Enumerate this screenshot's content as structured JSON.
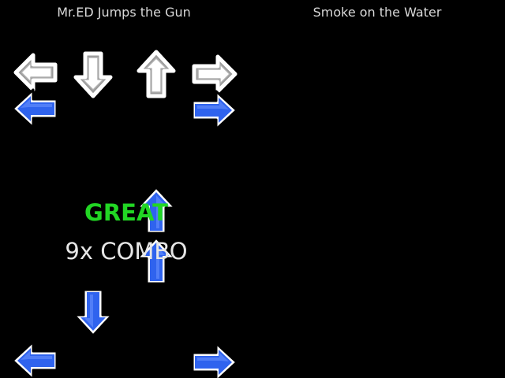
{
  "player1": {
    "song_title": "Mr.ED Jumps the Gun"
  },
  "player2": {
    "song_title": "Smoke on the Water"
  },
  "judgment": {
    "text": "GREAT",
    "color": "#22d624"
  },
  "combo": {
    "text": "9x COMBO"
  },
  "colors": {
    "note_fill": "#2f63ee",
    "note_rim": "#ffffff",
    "receptor_fill": "#ffffff",
    "background": "#000000"
  },
  "receptors": [
    "left",
    "down",
    "up",
    "right"
  ],
  "notes": [
    {
      "direction": "left",
      "lane": "left"
    },
    {
      "direction": "right",
      "lane": "right"
    },
    {
      "direction": "up",
      "lane": "up"
    },
    {
      "direction": "up",
      "lane": "up"
    },
    {
      "direction": "down",
      "lane": "down"
    },
    {
      "direction": "left",
      "lane": "left"
    },
    {
      "direction": "right",
      "lane": "right"
    }
  ]
}
